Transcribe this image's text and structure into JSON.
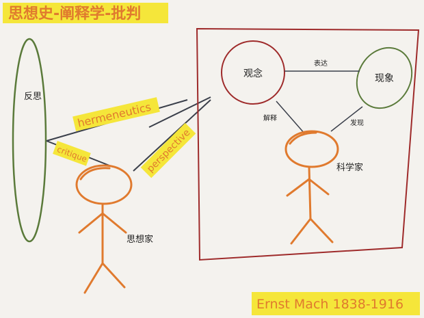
{
  "title": "思想史-阐释学-批判",
  "footer": "Ernst Mach 1838-1916",
  "left": {
    "ellipse_label": "反思",
    "thinker_label": "思想家",
    "tag_hermeneutics": "hermeneutics",
    "tag_critique": "critique",
    "tag_perspective": "perspective"
  },
  "box": {
    "concept": "观念",
    "phenomenon": "现象",
    "scientist": "科学家",
    "edge_express": "表达",
    "edge_interpret": "解释",
    "edge_discover": "发现"
  },
  "colors": {
    "highlight": "#f5e63a",
    "ellipse_green": "#5a7a3a",
    "box_red": "#9e2a2a",
    "figure_orange": "#e07a2e",
    "line": "#3a3f4a"
  }
}
